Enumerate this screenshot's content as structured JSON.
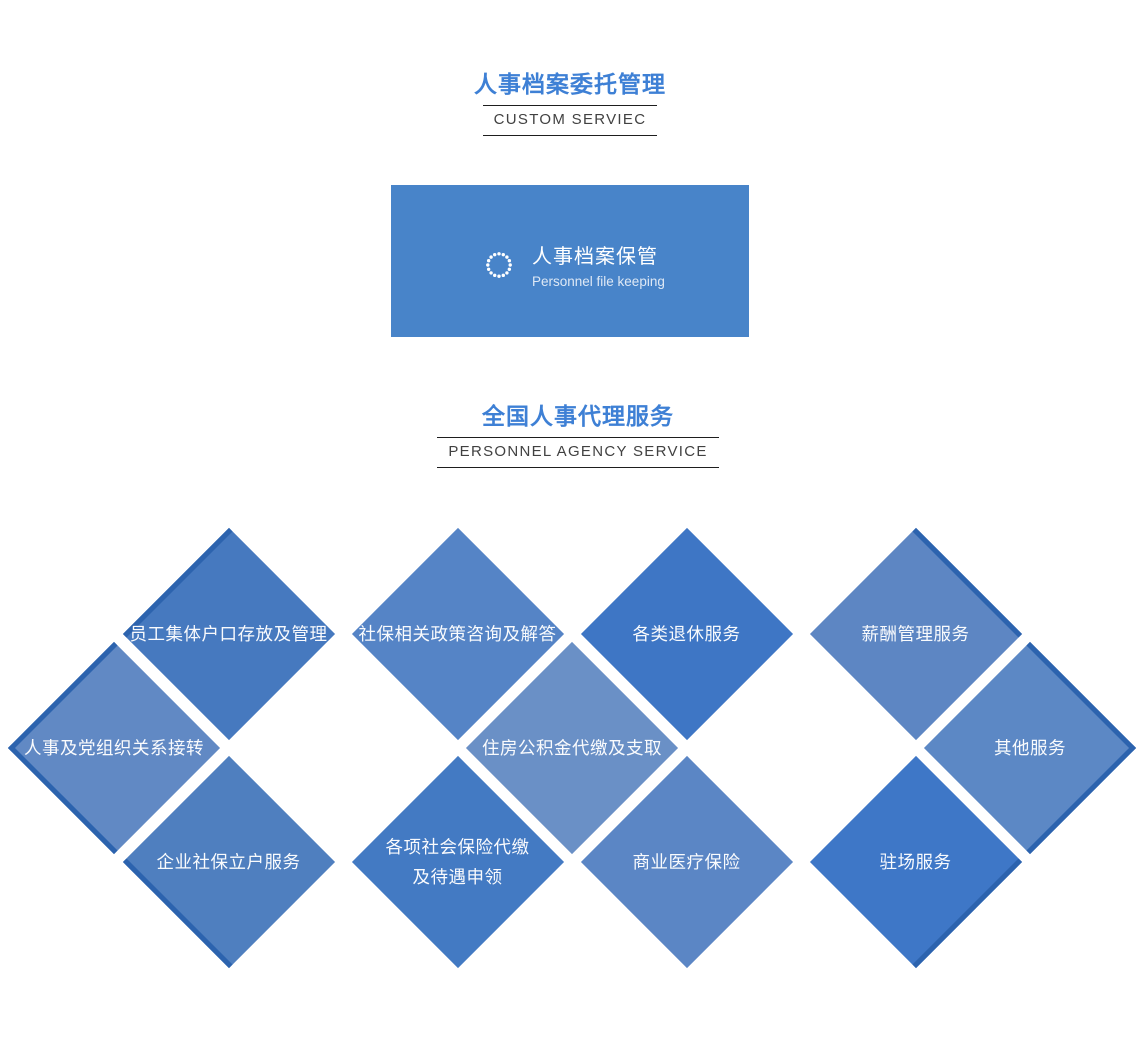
{
  "colors": {
    "title_blue": "#3e80d5",
    "subtitle_text": "#414141",
    "rule_line": "#1e1e1e",
    "banner_bg": "#4884c9",
    "diamond_edge_dark": "#2c63ae",
    "diamond_text": "#ffffff"
  },
  "section_custom": {
    "title": "人事档案委托管理",
    "subtitle": "CUSTOM SERVIEC"
  },
  "banner": {
    "icon": "dotted-circle-spinner-icon",
    "title": "人事档案保管",
    "subtitle": "Personnel file keeping"
  },
  "section_agency": {
    "title": "全国人事代理服务",
    "subtitle": "PERSONNEL AGENCY SERVICE"
  },
  "diamonds": [
    {
      "label": "员工集体户口存放及管理",
      "row": 0,
      "col": 1,
      "color": "#4679bf",
      "dark_edges": [
        "nw"
      ]
    },
    {
      "label": "社保相关政策咨询及解答",
      "row": 0,
      "col": 3,
      "color": "#5584c6",
      "dark_edges": []
    },
    {
      "label": "各类退休服务",
      "row": 0,
      "col": 5,
      "color": "#3e76c5",
      "dark_edges": []
    },
    {
      "label": "薪酬管理服务",
      "row": 0,
      "col": 7,
      "color": "#5d86c3",
      "dark_edges": [
        "ne"
      ]
    },
    {
      "label": "人事及党组织关系接转",
      "row": 1,
      "col": 0,
      "color": "#6189c4",
      "dark_edges": [
        "nw",
        "sw"
      ]
    },
    {
      "label": "住房公积金代缴及支取",
      "row": 1,
      "col": 4,
      "color": "#6a90c6",
      "dark_edges": []
    },
    {
      "label": "其他服务",
      "row": 1,
      "col": 8,
      "color": "#5c88c5",
      "dark_edges": [
        "ne",
        "se"
      ]
    },
    {
      "label": "企业社保立户服务",
      "row": 2,
      "col": 1,
      "color": "#4f7fbf",
      "dark_edges": [
        "sw"
      ]
    },
    {
      "label": "各项社会保险代缴\n及待遇申领",
      "row": 2,
      "col": 3,
      "color": "#437ac3",
      "dark_edges": []
    },
    {
      "label": "商业医疗保险",
      "row": 2,
      "col": 5,
      "color": "#5b86c5",
      "dark_edges": []
    },
    {
      "label": "驻场服务",
      "row": 2,
      "col": 7,
      "color": "#3e77c7",
      "dark_edges": [
        "se"
      ]
    }
  ]
}
